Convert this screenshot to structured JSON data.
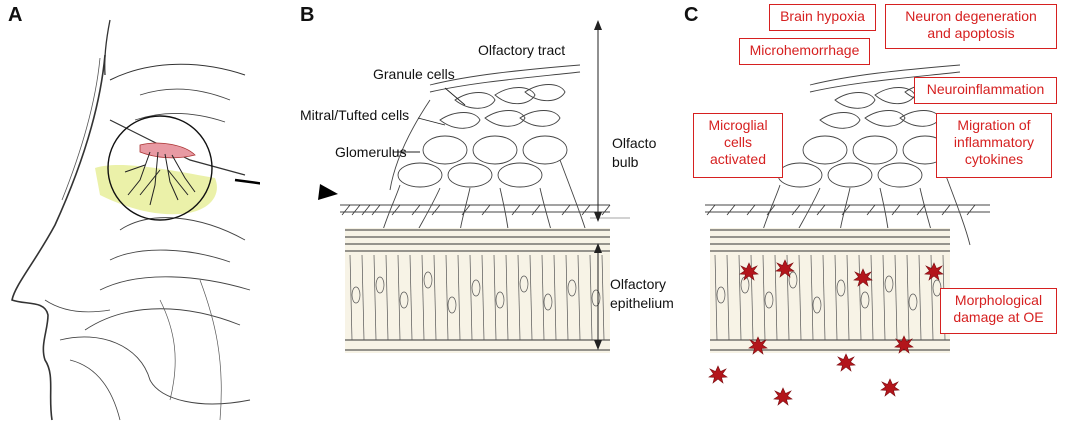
{
  "panels": {
    "a": {
      "letter": "A"
    },
    "b": {
      "letter": "B",
      "labels": {
        "olfactory_tract": "Olfactory tract",
        "granule_cells": "Granule cells",
        "mitral_tufted_cells": "Mitral/Tufted cells",
        "glomerulus": "Glomerulus",
        "olfactory_bulb_line1": "Olfacto",
        "olfactory_bulb_line2": "bulb",
        "olfactory_epithelium_line1": "Olfactory",
        "olfactory_epithelium_line2": "epithelium"
      }
    },
    "c": {
      "letter": "C",
      "boxes": {
        "brain_hypoxia": "Brain hypoxia",
        "neuron_degeneration": "Neuron degeneration\nand apoptosis",
        "microhemorrhage": "Microhemorrhage",
        "neuroinflammation": "Neuroinflammation",
        "microglial": "Microglial\ncells\nactivated",
        "migration": "Migration of\ninflammatory\ncytokines",
        "morphological": "Morphological\ndamage at OE"
      }
    }
  },
  "colors": {
    "accent_red": "#d62020",
    "star_red": "#b3151b",
    "yellow_highlight": "#e8ef9a",
    "pink_bulb": "#e89aa3",
    "sketch_ink": "#333333"
  }
}
